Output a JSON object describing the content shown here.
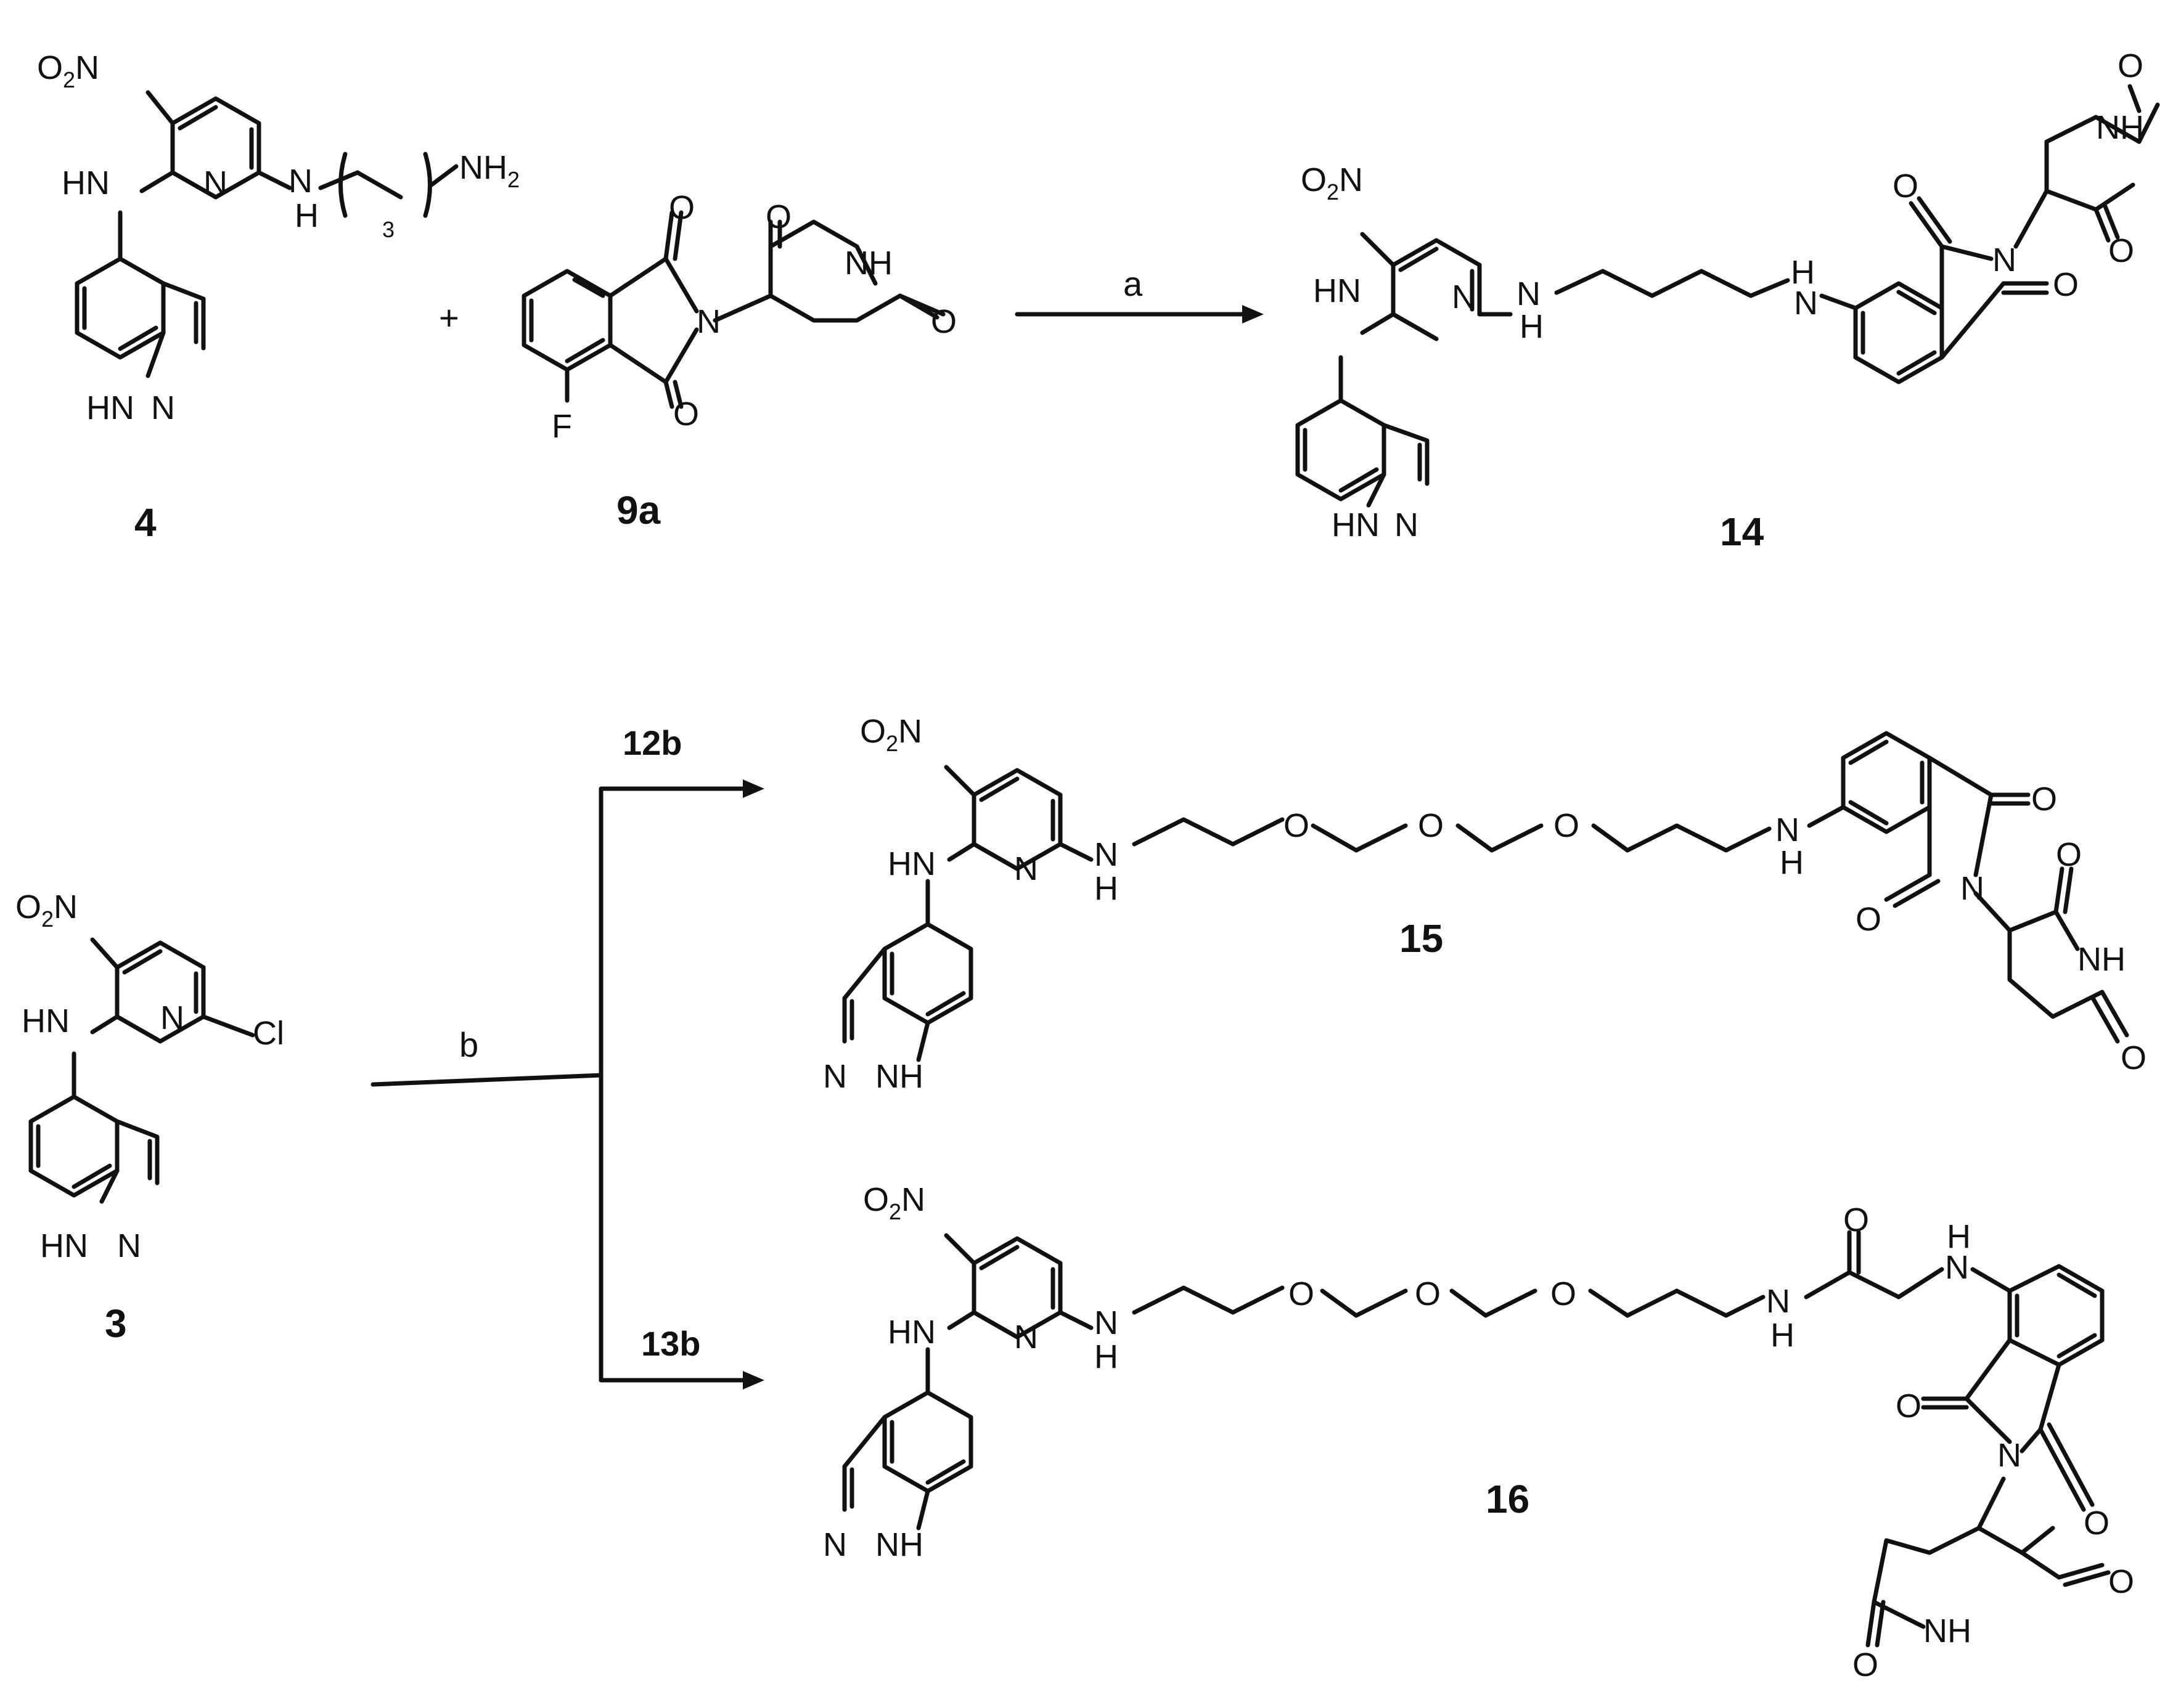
{
  "scheme": {
    "compounds": {
      "c4": "4",
      "c9a": "9a",
      "c14": "14",
      "c3": "3",
      "c15": "15",
      "c16": "16"
    },
    "reagents": {
      "a": "a",
      "b": "b",
      "r12b": "12b",
      "r13b": "13b"
    },
    "plus": "+",
    "atoms": {
      "O2N": "O",
      "O2N_sub": "2",
      "O2N_tail": "N",
      "HN": "HN",
      "N": "N",
      "H": "H",
      "NH": "NH",
      "NH2": "NH",
      "NH2_sub": "2",
      "HN_N": "HN",
      "N_NH": "N",
      "O": "O",
      "F": "F",
      "Cl": "Cl",
      "repeat_sub": "3"
    }
  }
}
